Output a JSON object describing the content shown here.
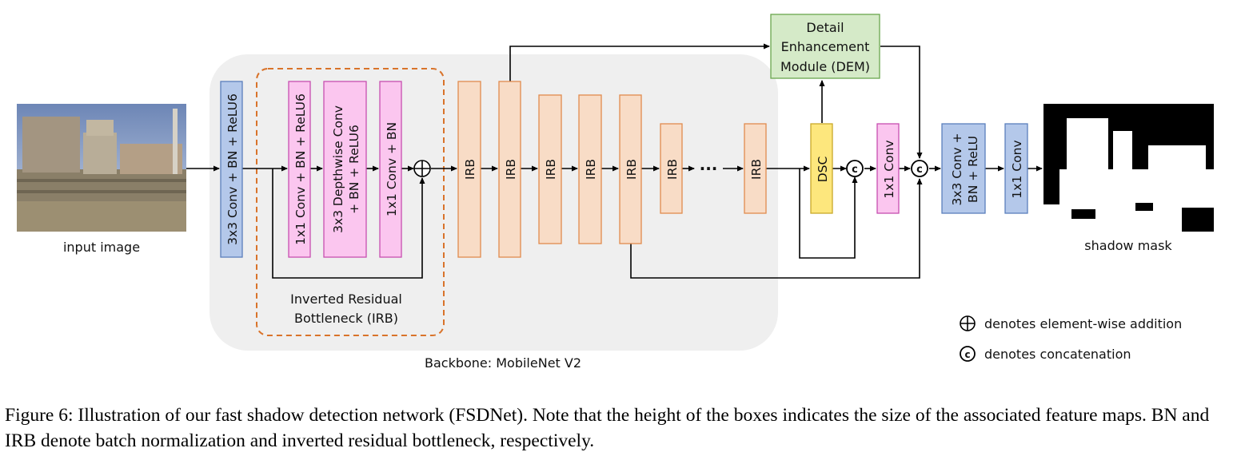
{
  "colors": {
    "backbone_bg": "#efefef",
    "blue_fill": "#b4c8ea",
    "blue_stroke": "#5b7fbd",
    "pink_fill": "#fbc6ef",
    "pink_stroke": "#c74fb0",
    "orange_fill": "#f8dcc6",
    "orange_stroke": "#e08b4e",
    "dashed_orange": "#d9732a",
    "yellow_fill": "#fde77d",
    "yellow_stroke": "#c9a928",
    "green_fill": "#d5eac8",
    "green_stroke": "#6aa64d"
  },
  "labels": {
    "input_image": "input image",
    "shadow_mask": "shadow mask",
    "first_conv": "3x3 Conv + BN + ReLU6",
    "irb_conv1": "1x1 Conv + BN + ReLU6",
    "irb_dw_line1": "3x3 Depthwise Conv",
    "irb_dw_line2": "+ BN + ReLU6",
    "irb_conv2": "1x1 Conv + BN",
    "irb": "IRB",
    "ellipsis": "···",
    "irb_caption_line1": "Inverted Residual",
    "irb_caption_line2": "Bottleneck (IRB)",
    "backbone": "Backbone: MobileNet V2",
    "dem_line1": "Detail",
    "dem_line2": "Enhancement",
    "dem_line3": "Module (DEM)",
    "dsc": "DSC",
    "conv1x1_a": "1x1 Conv",
    "final_conv_line1": "3x3 Conv +",
    "final_conv_line2": "BN + ReLU",
    "conv1x1_b": "1x1 Conv",
    "concat_symbol": "c",
    "legend_add": "denotes element-wise addition",
    "legend_concat": "denotes concatenation"
  },
  "caption": "Figure 6: Illustration of our fast shadow detection network (FSDNet). Note that the height of the boxes indicates the size of the associated feature maps. BN and IRB denote batch normalization and inverted residual bottleneck, respectively."
}
